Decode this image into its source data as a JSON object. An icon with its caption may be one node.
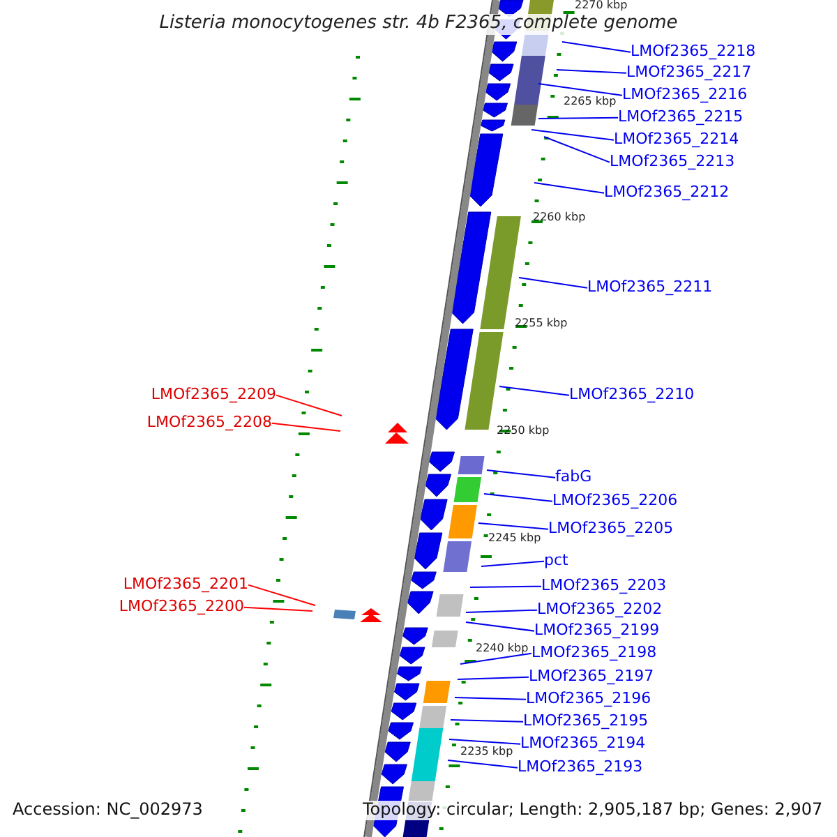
{
  "diagram": {
    "title": "Listeria monocytogenes str. 4b F2365, complete genome",
    "nodes": [
      {
        "text": [
          "LMOf2365_2218"
        ]
      },
      {
        "text": [
          "LMOf2365_2217"
        ]
      },
      {
        "text": [
          "LMOf2365_2216"
        ]
      },
      {
        "text": [
          "LMOf2365_2215"
        ]
      },
      {
        "text": [
          "LMOf2365_2214"
        ]
      },
      {
        "text": [
          "LMOf2365_2213"
        ]
      },
      {
        "text": [
          "LMOf2365_2212"
        ]
      },
      {
        "text": [
          "LMOf2365_2211"
        ]
      },
      {
        "text": [
          "LMOf2365_2209"
        ]
      },
      {
        "text": [
          "LMOf2365_2210"
        ]
      },
      {
        "text": [
          "LMOf2365_2208"
        ]
      },
      {
        "text": [
          "fabG"
        ]
      },
      {
        "text": [
          "LMOf2365_2206"
        ]
      },
      {
        "text": [
          "LMOf2365_2205"
        ]
      },
      {
        "text": [
          "pct"
        ]
      },
      {
        "text": [
          "LMOf2365_2203"
        ]
      },
      {
        "text": [
          "LMOf2365_2201"
        ]
      },
      {
        "text": [
          "LMOf2365_2200"
        ]
      },
      {
        "text": [
          "LMOf2365_2202"
        ]
      },
      {
        "text": [
          "LMOf2365_2199"
        ]
      },
      {
        "text": [
          "LMOf2365_2198"
        ]
      },
      {
        "text": [
          "LMOf2365_2197"
        ]
      },
      {
        "text": [
          "LMOf2365_2196"
        ]
      },
      {
        "text": [
          "LMOf2365_2195"
        ]
      },
      {
        "text": [
          "LMOf2365_2194"
        ]
      },
      {
        "text": [
          "LMOf2365_2193"
        ]
      }
    ],
    "edges": [
      {
        "from": 0,
        "to": null,
        "arrow": "none"
      },
      {
        "from": 1,
        "to": null,
        "arrow": "none"
      },
      {
        "from": 2,
        "to": null,
        "arrow": "none"
      },
      {
        "from": 3,
        "to": null,
        "arrow": "none"
      },
      {
        "from": 4,
        "to": null,
        "arrow": "none"
      },
      {
        "from": 5,
        "to": null,
        "arrow": "none"
      },
      {
        "from": 6,
        "to": null,
        "arrow": "none"
      },
      {
        "from": 7,
        "to": null,
        "arrow": "none"
      },
      {
        "from": 8,
        "to": null,
        "arrow": "none",
        "color": "#ff0000"
      },
      {
        "from": 9,
        "to": null,
        "arrow": "none"
      },
      {
        "from": 10,
        "to": null,
        "arrow": "none",
        "color": "#ff0000"
      },
      {
        "from": 11,
        "to": null,
        "arrow": "none"
      },
      {
        "from": 12,
        "to": null,
        "arrow": "none"
      },
      {
        "from": 13,
        "to": null,
        "arrow": "none"
      },
      {
        "from": 14,
        "to": null,
        "arrow": "none"
      },
      {
        "from": 15,
        "to": null,
        "arrow": "none"
      },
      {
        "from": 16,
        "to": null,
        "arrow": "none",
        "color": "#ff0000"
      },
      {
        "from": 17,
        "to": null,
        "arrow": "none",
        "color": "#ff0000"
      },
      {
        "from": 18,
        "to": null,
        "arrow": "none"
      },
      {
        "from": 19,
        "to": null,
        "arrow": "none"
      },
      {
        "from": 20,
        "to": null,
        "arrow": "none"
      },
      {
        "from": 21,
        "to": null,
        "arrow": "none"
      },
      {
        "from": 22,
        "to": null,
        "arrow": "none"
      },
      {
        "from": 23,
        "to": null,
        "arrow": "none"
      },
      {
        "from": 24,
        "to": null,
        "arrow": "none"
      },
      {
        "from": 25,
        "to": null,
        "arrow": "none"
      }
    ],
    "labels": [
      "2270 kbp",
      "2265 kbp",
      "2260 kbp",
      "2255 kbp",
      "2250 kbp",
      "2245 kbp",
      "2240 kbp",
      "2235 kbp",
      "Accession: NC_002973",
      "Topology: circular; Length: 2,905,187 bp; Genes: 2,907"
    ]
  }
}
